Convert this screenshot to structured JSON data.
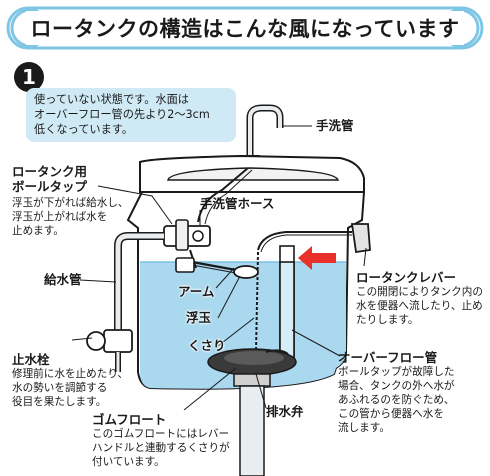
{
  "title": "ロータンクの構造はこんな風になっています",
  "step_number": "1",
  "intro": [
    "使っていない状態です。水面は",
    "オーバーフロー管の先より2〜3cm",
    "低くなっています。"
  ],
  "labels": {
    "faucet": "手洗管",
    "ball_tap": {
      "title": [
        "ロータンク用",
        "ボールタップ"
      ],
      "desc": [
        "浮玉が下がれば給水し、",
        "浮玉が上がれば水を",
        "止めます。"
      ]
    },
    "hose": "手洗管ホース",
    "supply_pipe": "給水管",
    "arm": "アーム",
    "float": "浮玉",
    "chain": "くさり",
    "lever": {
      "title": "ロータンクレバー",
      "desc": [
        "この開閉によりタンク内の",
        "水を便器へ流したり、止め",
        "たりします。"
      ]
    },
    "overflow": {
      "title": "オーバーフロー管",
      "desc": [
        "ボールタップが故障した",
        "場合、タンクの外へ水が",
        "あふれるのを防ぐため、",
        "この管から便器へ水を",
        "流します。"
      ]
    },
    "stop_valve": {
      "title": "止水栓",
      "desc": [
        "修理前に水を止めたり、",
        "水の勢いを調節する",
        "役目を果たします。"
      ]
    },
    "flapper": {
      "title": "ゴムフロート",
      "desc": [
        "このゴムフロートにはレバー",
        "ハンドルと連動するくさりが",
        "付いています。"
      ]
    },
    "drain_valve": "排水弁"
  },
  "colors": {
    "water": "#a9d8ef",
    "banner": "#ffffff",
    "banner_border": "#7ec6e6",
    "note_bg": "#cfe9f5",
    "arrow": "#e8312a",
    "line": "#1a1a1a"
  },
  "icons": [
    "faucet-icon",
    "tank-icon",
    "ball-tap-icon",
    "flapper-icon",
    "stop-valve-icon",
    "red-arrow-icon"
  ]
}
